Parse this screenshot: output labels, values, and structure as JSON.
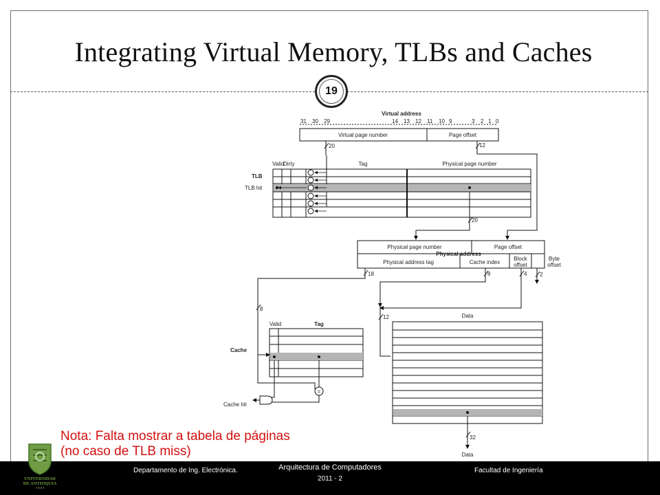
{
  "slide": {
    "title": "Integrating Virtual Memory, TLBs and Caches",
    "page_number": "19",
    "note_lines": [
      "Nota: Falta mostrar a tabela de páginas",
      "(no caso de TLB miss)"
    ]
  },
  "footer": {
    "department": "Departamento de Ing. Electrónica.",
    "course": "Arquitectura de Computadores",
    "term": "2011 - 2",
    "faculty": "Facultad de Ingeniería"
  },
  "logo": {
    "text": "UNIVERSIDAD DE ANTIOQUIA 1803"
  },
  "diagram": {
    "labels": {
      "virtual_address": "Virtual address",
      "bit_numbers": [
        "31",
        "30",
        "29",
        "14",
        "13",
        "12",
        "11",
        "10",
        "9",
        "3",
        "2",
        "1",
        "0"
      ],
      "vpn": "Virtual page number",
      "page_offset": "Page offset",
      "w20a": "20",
      "w12a": "12",
      "valid": "Valid",
      "dirty": "Dirty",
      "tag": "Tag",
      "ppn": "Physical page number",
      "tlb": "TLB",
      "tlb_hit": "TLB hit",
      "w20b": "20",
      "pa_ppn": "Physical page number",
      "pa_offset": "Page offset",
      "physical_address": "Physical address",
      "pa_tag": "Physical address tag",
      "cache_index": "Cache index",
      "block_offset_1": "Block",
      "block_offset_2": "offset",
      "byte_offset_1": "Byte",
      "byte_offset_2": "offset",
      "w18": "18",
      "w8a": "8",
      "w4": "4",
      "w2": "2",
      "w8b": "8",
      "w12b": "12",
      "data_header": "Data",
      "cache_valid": "Valid",
      "cache_tag": "Tag",
      "cache": "Cache",
      "cache_hit": "Cache hit",
      "w32": "32",
      "data_out": "Data",
      "eq": "="
    }
  }
}
